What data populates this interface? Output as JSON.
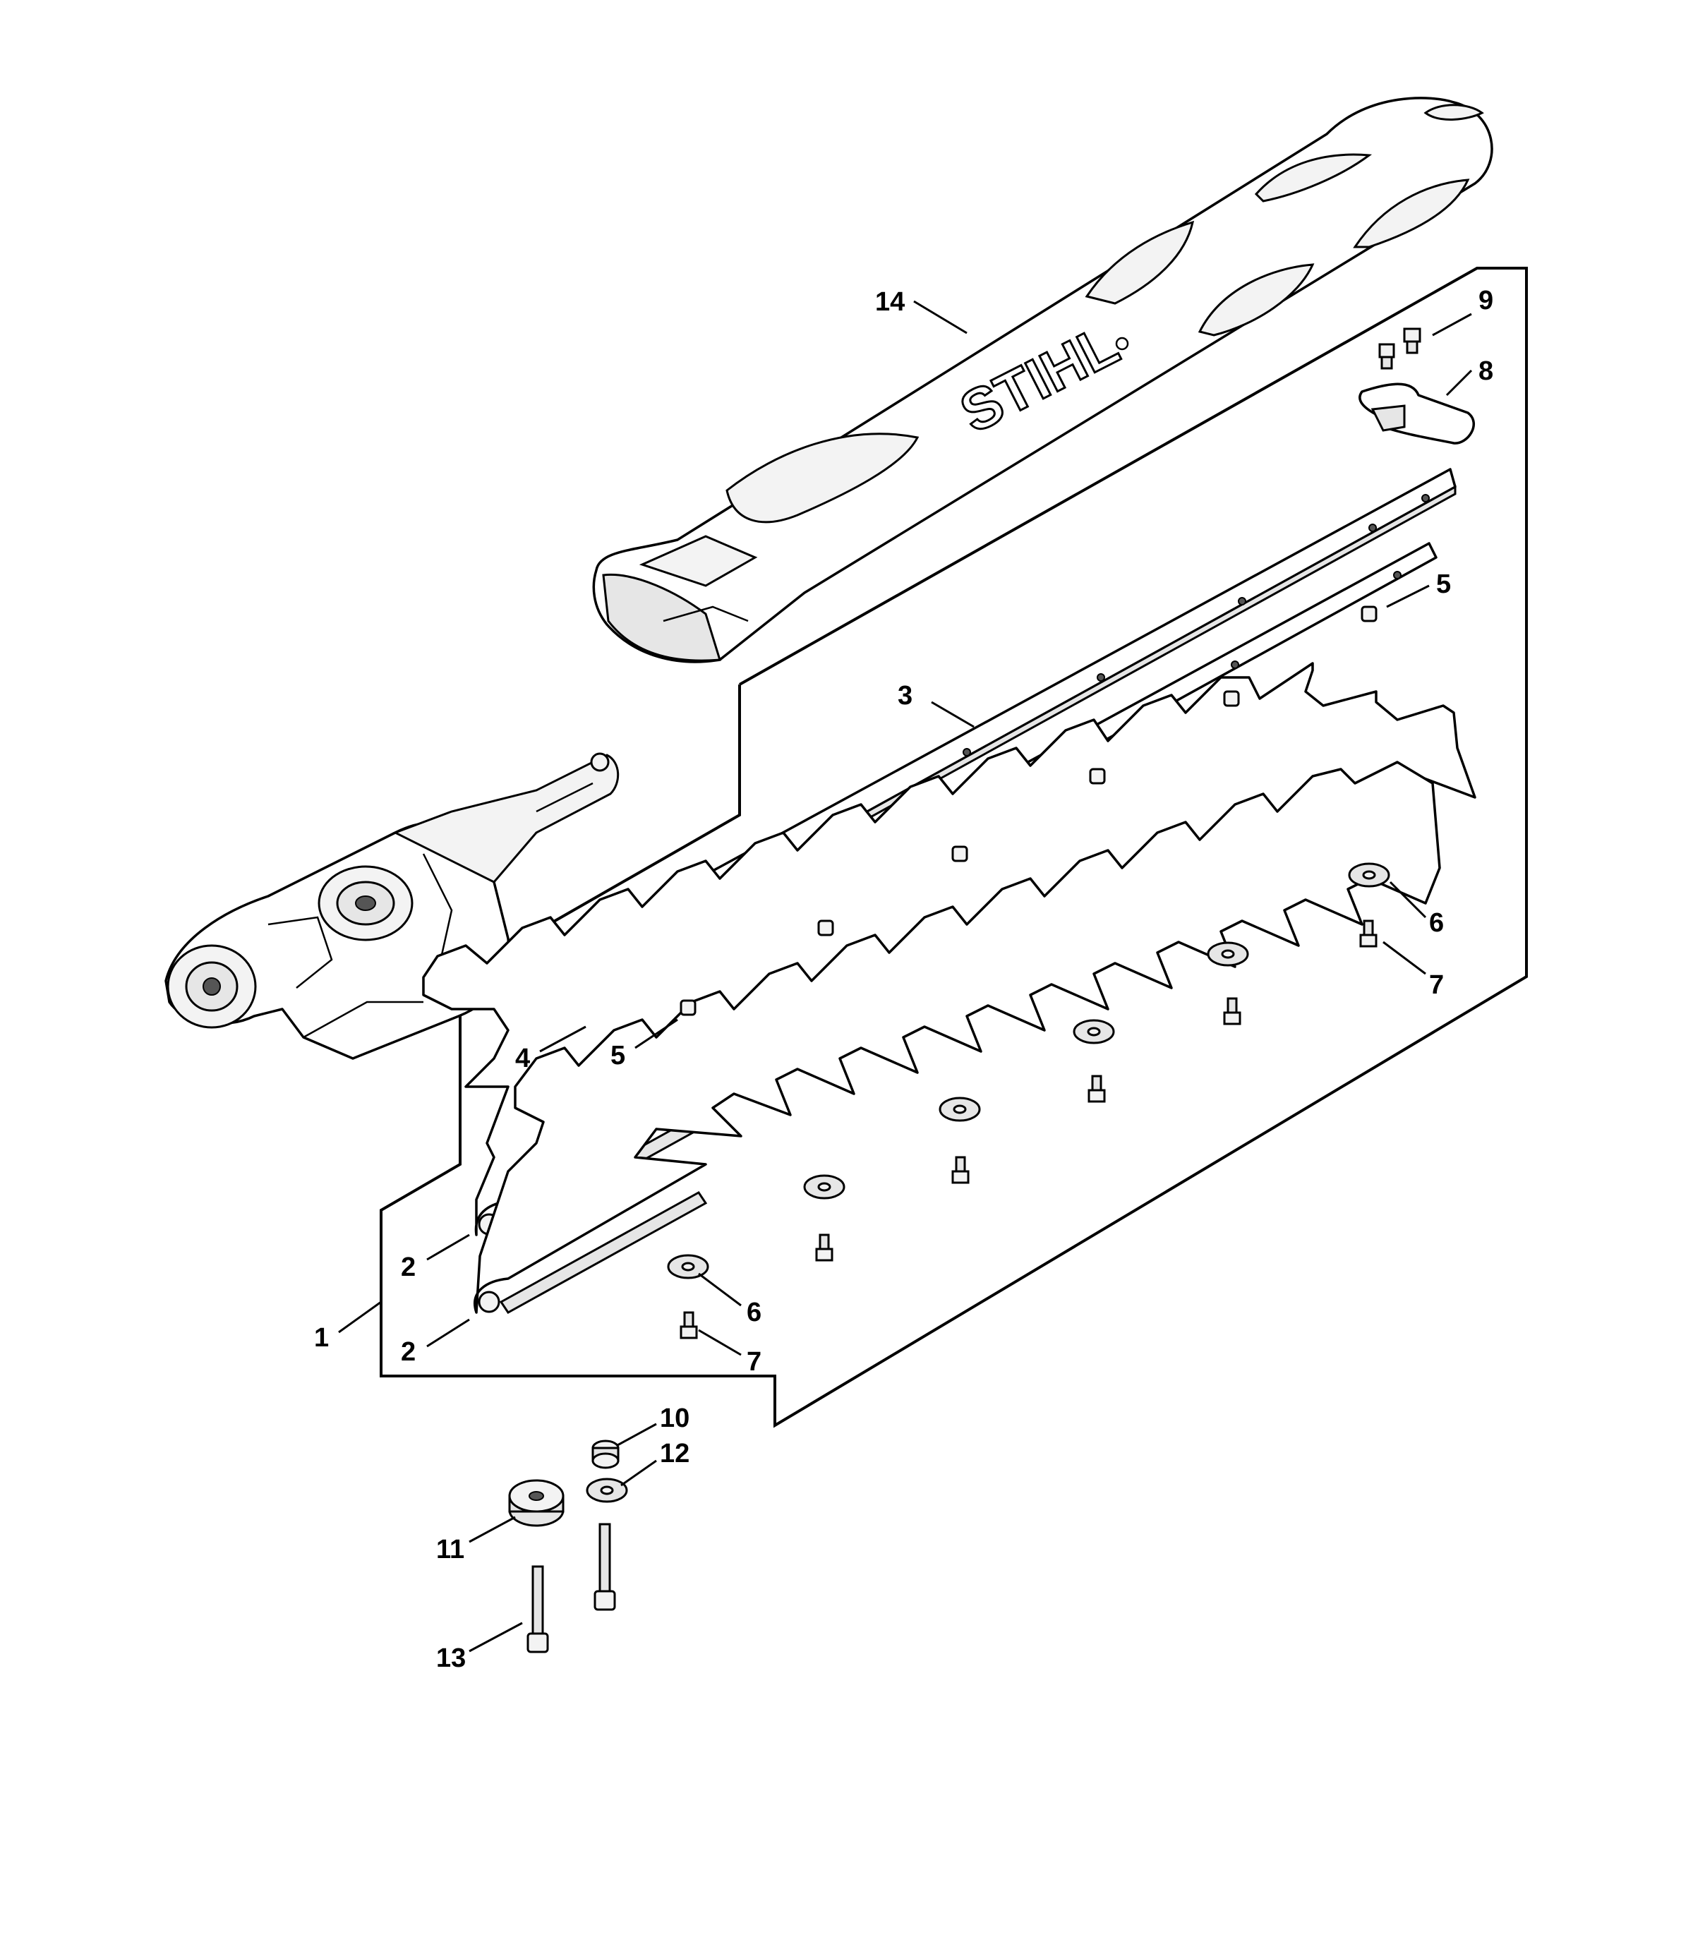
{
  "brand": {
    "logo_text": "STIHL"
  },
  "callouts": [
    {
      "id": "14",
      "label": "14"
    },
    {
      "id": "9",
      "label": "9"
    },
    {
      "id": "8",
      "label": "8"
    },
    {
      "id": "5a",
      "label": "5"
    },
    {
      "id": "3",
      "label": "3"
    },
    {
      "id": "6a",
      "label": "6"
    },
    {
      "id": "7a",
      "label": "7"
    },
    {
      "id": "4",
      "label": "4"
    },
    {
      "id": "5b",
      "label": "5"
    },
    {
      "id": "2a",
      "label": "2"
    },
    {
      "id": "2b",
      "label": "2"
    },
    {
      "id": "1",
      "label": "1"
    },
    {
      "id": "6b",
      "label": "6"
    },
    {
      "id": "7b",
      "label": "7"
    },
    {
      "id": "10",
      "label": "10"
    },
    {
      "id": "12",
      "label": "12"
    },
    {
      "id": "11",
      "label": "11"
    },
    {
      "id": "13",
      "label": "13"
    }
  ]
}
